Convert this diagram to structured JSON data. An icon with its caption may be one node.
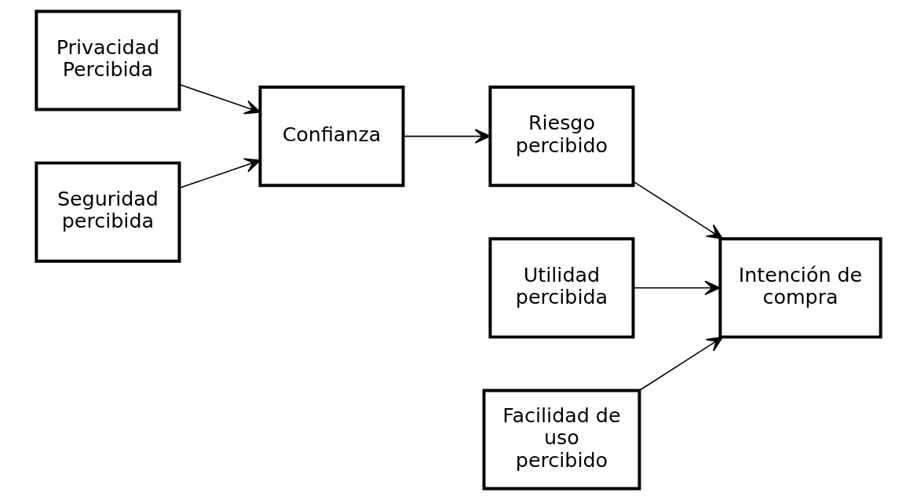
{
  "diagram": {
    "nodes": [
      {
        "text": [
          "Privacidad Percibida"
        ]
      },
      {
        "text": [
          "Seguridad percibida"
        ]
      },
      {
        "text": [
          "Confianza"
        ]
      },
      {
        "text": [
          "Riesgo percibido"
        ]
      },
      {
        "text": [
          "Utilidad percibida"
        ]
      },
      {
        "text": [
          "Facilidad de uso percibido"
        ]
      },
      {
        "text": [
          "Intención de compra"
        ]
      }
    ],
    "edges": [
      {
        "from": 0,
        "to": 2,
        "arrow": "to"
      },
      {
        "from": 1,
        "to": 2,
        "arrow": "to"
      },
      {
        "from": 2,
        "to": 3,
        "arrow": "to"
      },
      {
        "from": 3,
        "to": 6,
        "arrow": "to"
      },
      {
        "from": 4,
        "to": 6,
        "arrow": "to"
      },
      {
        "from": 5,
        "to": 6,
        "arrow": "to"
      }
    ]
  }
}
